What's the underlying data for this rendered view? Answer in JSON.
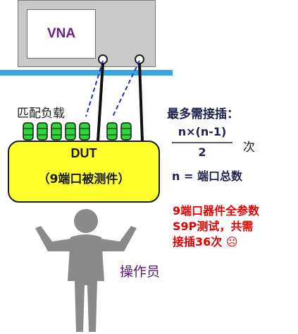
{
  "instrument": {
    "label": "VNA"
  },
  "load_label": "匹配负载",
  "dut": {
    "title": "DUT",
    "subtitle": "（9端口被测件）"
  },
  "formula": {
    "heading": "最多需接插：",
    "numerator": "n×(n-1)",
    "denominator": "2",
    "unit": "次",
    "definition": "n = 端口总数"
  },
  "note": [
    "9端口器件全参数",
    "S9P测试，共需",
    "接插36次 ☹"
  ],
  "operator_label": "操作员",
  "colors": {
    "connector_green": "#2fd43a",
    "dut_yellow": "#ffff2e",
    "shelf_blue": "#3aa6e0",
    "note_red": "#e00000",
    "accent_purple": "#5a1870"
  }
}
